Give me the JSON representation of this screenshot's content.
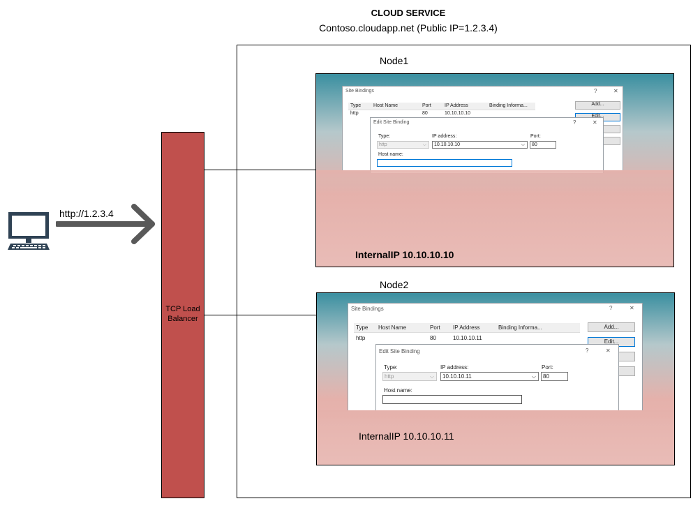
{
  "header": {
    "title": "CLOUD SERVICE",
    "subtitle": "Contoso.cloudapp.net (Public IP=1.2.3.4)"
  },
  "client": {
    "icon": "computer-icon",
    "url": "http://1.2.3.4"
  },
  "load_balancer": {
    "label_line1": "TCP Load",
    "label_line2": "Balancer",
    "color": "#c0504d"
  },
  "nodes": [
    {
      "name": "Node1",
      "internal_ip_label": "InternalIP 10.10.10.10",
      "site_bindings": {
        "title": "Site Bindings",
        "columns": [
          "Type",
          "Host Name",
          "Port",
          "IP Address",
          "Binding Informa..."
        ],
        "row": [
          "http",
          "",
          "80",
          "10.10.10.10",
          ""
        ],
        "buttons": [
          "Add...",
          "Edit..."
        ]
      },
      "edit_dialog": {
        "title": "Edit Site Binding",
        "type_label": "Type:",
        "type_value": "http",
        "ip_label": "IP address:",
        "ip_value": "10.10.10.10",
        "port_label": "Port:",
        "port_value": "80",
        "host_label": "Host name:",
        "host_value": ""
      }
    },
    {
      "name": "Node2",
      "internal_ip_label": "InternalIP 10.10.10.11",
      "site_bindings": {
        "title": "Site Bindings",
        "columns": [
          "Type",
          "Host Name",
          "Port",
          "IP Address",
          "Binding Informa..."
        ],
        "row": [
          "http",
          "",
          "80",
          "10.10.10.11",
          ""
        ],
        "buttons": [
          "Add...",
          "Edit..."
        ]
      },
      "edit_dialog": {
        "title": "Edit Site Binding",
        "type_label": "Type:",
        "type_value": "http",
        "ip_label": "IP address:",
        "ip_value": "10.10.10.11",
        "port_label": "Port:",
        "port_value": "80",
        "host_label": "Host name:",
        "host_value": ""
      }
    }
  ],
  "dialog_glyphs": {
    "help": "?",
    "close": "✕",
    "dropdown": "⌵"
  }
}
